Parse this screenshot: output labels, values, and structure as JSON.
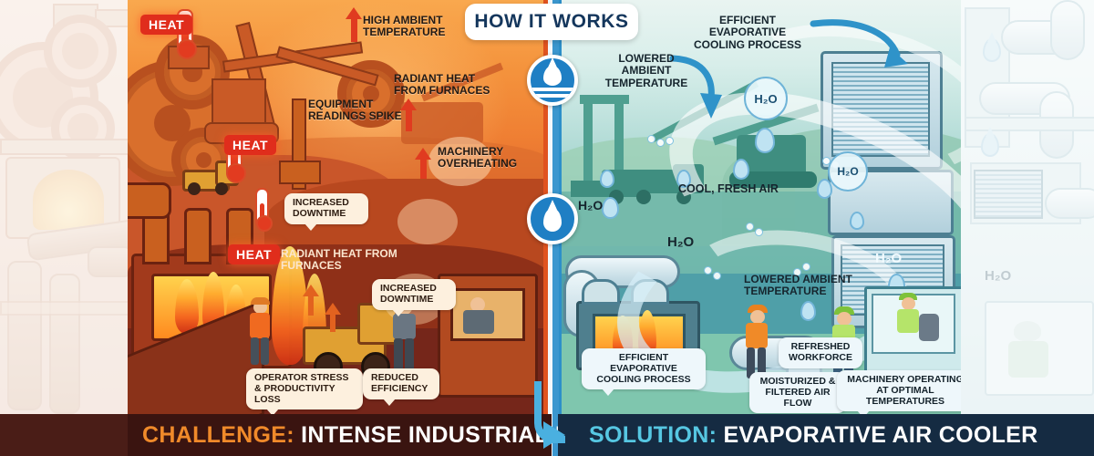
{
  "header": {
    "chip_label": "HOW IT WORKS",
    "drop_icon": "water-drop-icon"
  },
  "colors": {
    "challenge_banner_bg": "#3a1410",
    "challenge_accent": "#f08a2a",
    "solution_banner_bg": "#152b42",
    "solution_accent": "#56c7e2",
    "divider_hot": "#e0531f",
    "divider_cool": "#3b97cf",
    "heat_badge": "#e02d1c",
    "drop_badge": "#1f7fc4"
  },
  "left_panel": {
    "side": "challenge",
    "banner": {
      "key": "CHALLENGE:",
      "value": "INTENSE INDUSTRIAL HEAT"
    },
    "heat_badges": [
      "HEAT",
      "HEAT",
      "HEAT"
    ],
    "labels": [
      {
        "text": "HIGH AMBIENT TEMPERATURE",
        "style": "plain",
        "arrow": "up"
      },
      {
        "text": "EQUIPMENT READINGS SPIKE",
        "style": "plain",
        "arrow": "none"
      },
      {
        "text": "RADIANT HEAT FROM FURNACES",
        "style": "plain",
        "arrow": "up"
      },
      {
        "text": "MACHINERY OVERHEATING",
        "style": "plain",
        "arrow": "up"
      },
      {
        "text": "RADIANT HEAT FROM FURNACES",
        "style": "plain",
        "arrow": "up"
      }
    ],
    "callouts": [
      {
        "text": "INCREASED DOWNTIME"
      },
      {
        "text": "INCREASED DOWNTIME"
      },
      {
        "text": "OPERATOR STRESS & PRODUCTIVITY LOSS"
      },
      {
        "text": "REDUCED EFFICIENCY"
      }
    ]
  },
  "right_panel": {
    "side": "solution",
    "banner": {
      "key": "SOLUTION:",
      "value": "EVAPORATIVE AIR COOLER"
    },
    "labels": [
      {
        "text": "EFFICIENT EVAPORATIVE COOLING PROCESS",
        "style": "plain",
        "arrow": "curve-right"
      },
      {
        "text": "LOWERED AMBIENT TEMPERATURE",
        "style": "plain",
        "arrow": "curve-down"
      },
      {
        "text": "COOL, FRESH AIR",
        "style": "plain",
        "arrow": "none"
      },
      {
        "text": "LOWERED AMBIENT TEMPERATURE",
        "style": "plain",
        "arrow": "none"
      }
    ],
    "callouts": [
      {
        "text": "EFFICIENT EVAPORATIVE COOLING PROCESS"
      },
      {
        "text": "REFRESHED WORKFORCE"
      },
      {
        "text": "MOISTURIZED & FILTERED AIR FLOW"
      },
      {
        "text": "MACHINERY OPERATING AT OPTIMAL TEMPERATURES"
      }
    ],
    "h2o_labels": [
      "H₂O",
      "H₂O",
      "H₂O",
      "H₂O",
      "H₂O"
    ]
  },
  "edges": {
    "right_h2o": "H₂O",
    "right_faded_callout": "MACHINERY OPERATING AT OPTIMAL TEMPERATURES"
  }
}
